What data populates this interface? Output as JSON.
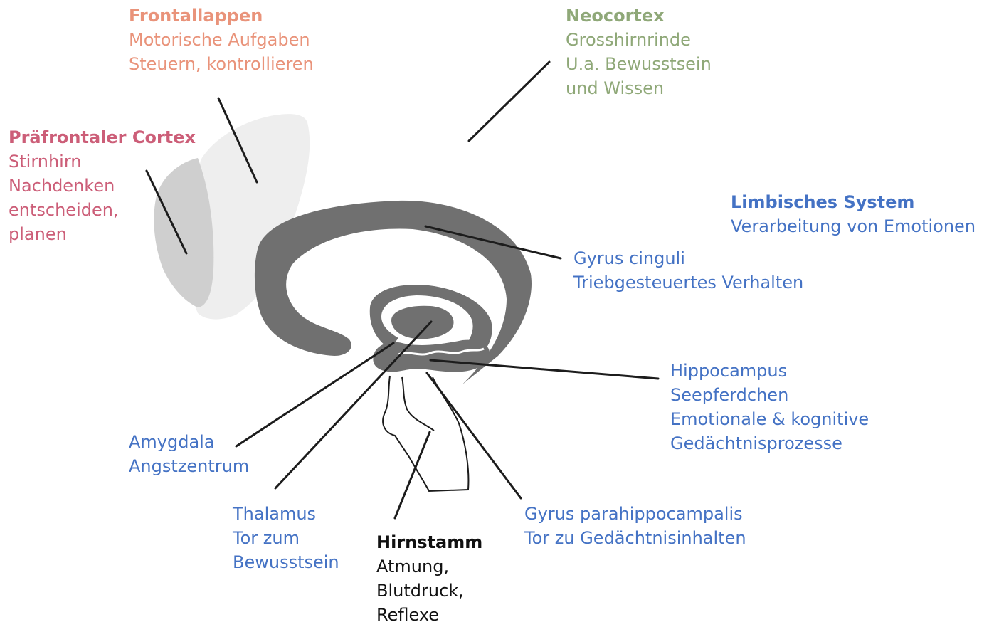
{
  "colors": {
    "frontal": "#e9937a",
    "neocortex": "#8fa878",
    "prefrontal": "#cc5e78",
    "limbic": "#4472c4",
    "hirnstamm": "#111111",
    "limbic_shape": "#707070",
    "prefrontal_shape": "#cfcfcf",
    "frontal_shape": "#eeeeee",
    "leader_line": "#1c1c1c"
  },
  "labels": {
    "frontallappen": {
      "title": "Frontallappen",
      "lines": [
        "Motorische Aufgaben",
        "Steuern, kontrollieren"
      ]
    },
    "neocortex": {
      "title": "Neocortex",
      "lines": [
        "Grosshirnrinde",
        "U.a. Bewusstsein",
        "und Wissen"
      ]
    },
    "praefrontal": {
      "title": "Präfrontaler Cortex",
      "lines": [
        "Stirnhirn",
        "Nachdenken",
        "entscheiden,",
        "planen"
      ]
    },
    "limbisch": {
      "title": "Limbisches System",
      "lines": [
        "Verarbeitung von Emotionen"
      ]
    },
    "cinguli": {
      "lines": [
        "Gyrus cinguli",
        "Triebgesteuertes Verhalten"
      ]
    },
    "hippocampus": {
      "lines": [
        "Hippocampus",
        "Seepferdchen",
        "Emotionale & kognitive",
        "Gedächtnisprozesse"
      ]
    },
    "amygdala": {
      "lines": [
        "Amygdala",
        "Angstzentrum"
      ]
    },
    "thalamus": {
      "lines": [
        "Thalamus",
        "Tor zum",
        "Bewusstsein"
      ]
    },
    "hirnstamm": {
      "title": "Hirnstamm",
      "lines": [
        "Atmung,",
        "Blutdruck,",
        "Reflexe"
      ]
    },
    "parahippocampalis": {
      "lines": [
        "Gyrus parahippocampalis",
        "Tor zu Gedächtnisinhalten"
      ]
    }
  }
}
